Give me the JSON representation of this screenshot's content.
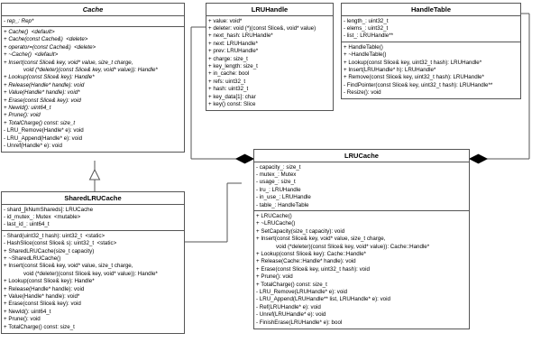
{
  "diagram": {
    "type": "uml-class-diagram",
    "title": "LevelDB Cache class hierarchy"
  },
  "classes": {
    "cache": {
      "name": "Cache",
      "abstract": true,
      "attributes": [
        "- rep_: Rep*"
      ],
      "operations": [
        "+ Cache()  <default>",
        "+ Cache(const Cache&)  <delete>",
        "+ operator=(const Cache&)  <delete>",
        "+ ~Cache()  <default>",
        "+ Insert(const Slice& key, void* value, size_t charge,",
        "void (*deleter)(const Slice& key, void* value)): Handle*",
        "+ Lookup(const Slice& key): Handle*",
        "+ Release(Handle* handle): void",
        "+ Value(Handle* handle): void*",
        "+ Erase(const Slice& key): void",
        "+ NewId(): uint64_t",
        "+ Prune(): void",
        "+ TotalCharge() const: size_t",
        "- LRU_Remove(Handle* e): void",
        "- LRU_Append(Handle* e): void",
        "- Unref(Handle* e): void"
      ]
    },
    "lruhandle": {
      "name": "LRUHandle",
      "abstract": false,
      "attributes": [],
      "operations": [
        "+ value: void*",
        "+ deleter: void (*)(const Slice&, void* value)",
        "+ next_hash: LRUHandle*",
        "+ next: LRUHandle*",
        "+ prev: LRUHandle*",
        "+ charge: size_t",
        "+ key_length: size_t",
        "+ in_cache: bool",
        "+ refs: uint32_t",
        "+ hash: uint32_t",
        "+ key_data[1]: char",
        "+ key() const: Slice"
      ]
    },
    "handletable": {
      "name": "HandleTable",
      "abstract": false,
      "attributes": [
        "- length_: uint32_t",
        "- elems_: uint32_t",
        "- list_: LRUHandle**"
      ],
      "operations": [
        "+ HandleTable()",
        "+ ~HandleTable()",
        "+ Lookup(const Slice& key, uint32_t hash): LRUHandle*",
        "+ Insert(LRUHandle* h): LRUHandle*",
        "+ Remove(const Slice& key, uint32_t hash): LRUHandle*",
        "- FindPointer(const Slice& key, uint32_t hash): LRUHandle**",
        "- Resize(): void"
      ]
    },
    "sharedlrucache": {
      "name": "SharedLRUCache",
      "abstract": false,
      "attributes": [
        "- shard_[kNumShareds]: LRUCache",
        "- id_mutex_: Mutex  <mutable>",
        "- last_id_: uint64_t"
      ],
      "operations": [
        "- Shard(uint32_t hash): uint32_t  <static>",
        "- HashSlice(const Slice& s): uint32_t  <static>",
        "+ SharedLRUCache(size_t capacity)",
        "+ ~SharedLRUCache()",
        "+ Insert(const Slice& key, void* value, size_t charge,",
        "void (*deleter)(const Slice& key, void* value)): Handle*",
        "+ Lookup(const Slice& key): Handle*",
        "+ Release(Handle* handle): void",
        "+ Value(Handle* handle): void*",
        "+ Erase(const Slice& key): void",
        "+ NewId(): uint64_t",
        "+ Prune(): void",
        "+ TotalCharge() const: size_t"
      ]
    },
    "lrucache": {
      "name": "LRUCache",
      "abstract": false,
      "attributes": [
        "- capacity_: size_t",
        "- mutex_: Mutex",
        "- usage_: size_t",
        "- lru_: LRUHandle",
        "- in_use_: LRUHandle",
        "- table_: HandleTable"
      ],
      "operations": [
        "+ LRUCache()",
        "+ ~LRUCache()",
        "+ SetCapacity(size_t capacity): void",
        "+ Insert(const Slice& key, void* value, size_t charge,",
        "void (*deleter)(const Slice& key, void* value)): Cache::Handle*",
        "+ Lookup(const Slice& key): Cache::Handle*",
        "+ Release(Cache::Handle* handle): void",
        "+ Erase(const Slice& key, uint32_t hash): void",
        "+ Prune(): void",
        "+ TotalCharge() const: size_t",
        "- LRU_Remove(LRUHandle* e): void",
        "- LRU_Append(LRUHandle** list, LRUHandle* e): void",
        "- Ref(LRUHandle* e): void",
        "- Unref(LRUHandle* e): void",
        "- FinishErase(LRUHandle* e): bool"
      ]
    }
  },
  "relations": [
    {
      "name": "generalization-sharedlrucache-cache",
      "kind": "generalization",
      "from": "SharedLRUCache",
      "to": "Cache",
      "marker": "hollow-triangle"
    },
    {
      "name": "composition-sharedlrucache-lrucache",
      "kind": "composition",
      "from": "SharedLRUCache",
      "to": "LRUCache",
      "marker": "filled-diamond"
    },
    {
      "name": "composition-lruhandle-lrucache",
      "kind": "composition",
      "from": "LRUHandle",
      "to": "LRUCache",
      "marker": "filled-diamond"
    },
    {
      "name": "composition-handletable-lrucache",
      "kind": "composition",
      "from": "HandleTable",
      "to": "LRUCache",
      "marker": "filled-diamond"
    }
  ],
  "colors": {
    "line": "#555555",
    "text": "#000000",
    "background": "#ffffff",
    "marker_fill": "#000000"
  }
}
